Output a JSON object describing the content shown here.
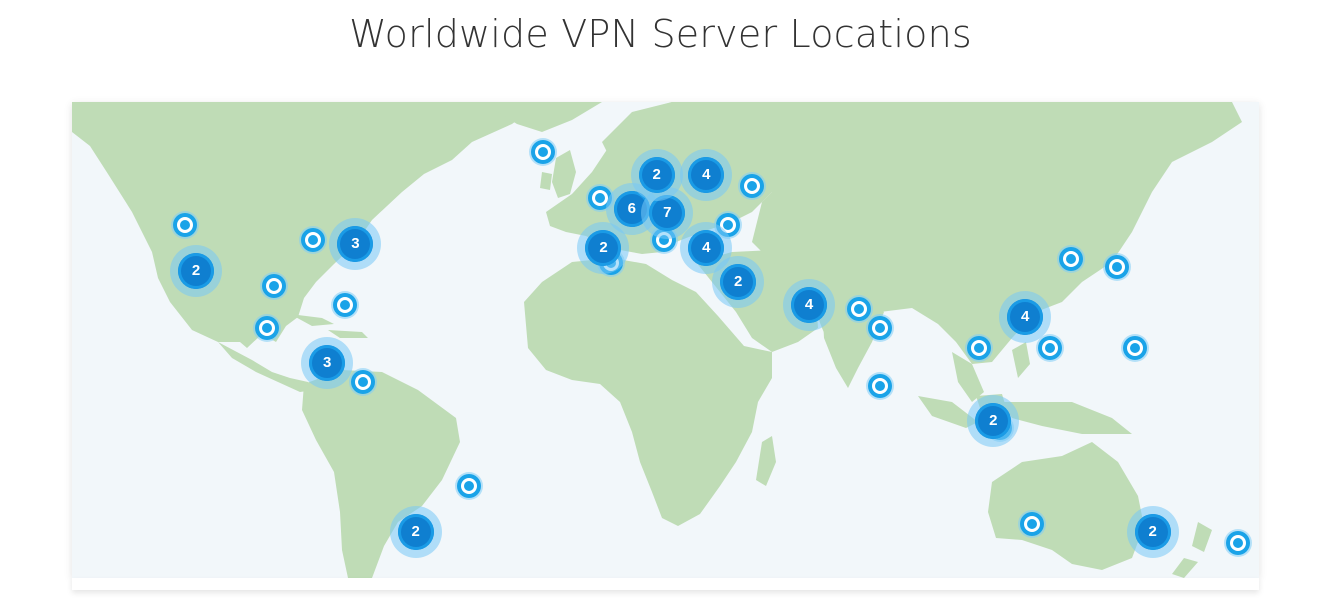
{
  "page": {
    "title": "Worldwide VPN Server Locations"
  },
  "colors": {
    "ocean": "#f2f7fa",
    "land": "#bfdcb6",
    "marker": "#1aa3e8",
    "cluster_core": "#0f7fd0",
    "cluster_halo": "#78c8f5"
  },
  "markers": {
    "clusters": [
      {
        "label": "2",
        "lon": -120,
        "lat": 34
      },
      {
        "label": "3",
        "lon": -75,
        "lat": 41
      },
      {
        "label": "3",
        "lon": -83,
        "lat": 10
      },
      {
        "label": "2",
        "lon": -58,
        "lat": -34
      },
      {
        "label": "2",
        "lon": -5,
        "lat": 40
      },
      {
        "label": "6",
        "lon": 3,
        "lat": 50
      },
      {
        "label": "7",
        "lon": 13,
        "lat": 49
      },
      {
        "label": "2",
        "lon": 10,
        "lat": 59
      },
      {
        "label": "4",
        "lon": 24,
        "lat": 59
      },
      {
        "label": "4",
        "lon": 24,
        "lat": 40
      },
      {
        "label": "2",
        "lon": 33,
        "lat": 31
      },
      {
        "label": "4",
        "lon": 53,
        "lat": 25
      },
      {
        "label": "4",
        "lon": 114,
        "lat": 22
      },
      {
        "label": "2",
        "lon": 105,
        "lat": -5
      },
      {
        "label": "2",
        "lon": 150,
        "lat": -34
      }
    ],
    "singles": [
      {
        "lon": -123,
        "lat": 46
      },
      {
        "lon": -87,
        "lat": 42
      },
      {
        "lon": -98,
        "lat": 30
      },
      {
        "lon": -78,
        "lat": 25
      },
      {
        "lon": -100,
        "lat": 19
      },
      {
        "lon": -73,
        "lat": 5
      },
      {
        "lon": -43,
        "lat": -22
      },
      {
        "lon": -22,
        "lat": 65
      },
      {
        "lon": -6,
        "lat": 53
      },
      {
        "lon": 12,
        "lat": 42
      },
      {
        "lon": -3,
        "lat": 36
      },
      {
        "lon": 37,
        "lat": 56
      },
      {
        "lon": 30,
        "lat": 46
      },
      {
        "lon": 67,
        "lat": 24
      },
      {
        "lon": 73,
        "lat": 19
      },
      {
        "lon": 73,
        "lat": 4
      },
      {
        "lon": 127,
        "lat": 37
      },
      {
        "lon": 140,
        "lat": 35
      },
      {
        "lon": 101,
        "lat": 14
      },
      {
        "lon": 121,
        "lat": 14
      },
      {
        "lon": 107,
        "lat": -7
      },
      {
        "lon": 145,
        "lat": 14
      },
      {
        "lon": 116,
        "lat": -32
      },
      {
        "lon": 174,
        "lat": -37
      }
    ]
  }
}
